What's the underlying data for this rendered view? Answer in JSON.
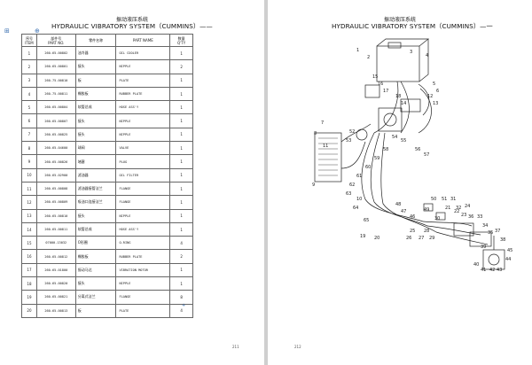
{
  "left": {
    "title_cn": "振动液压系统",
    "title_en": "HYDRAULIC VIBRATORY SYSTEM（CUMMINS）——",
    "headers": {
      "no_cn": "序号",
      "no_en": "ITEM",
      "pn_cn": "部件号",
      "pn_en": "PART NO.",
      "name_cn": "零件名称",
      "name_en": "PART NAME",
      "qty_cn": "数量",
      "qty_en": "Q'TY"
    },
    "rows": [
      {
        "no": "1",
        "pn": "260-65-00802",
        "cn": "油冷器",
        "name": "OIL COOLER",
        "qty": "1"
      },
      {
        "no": "2",
        "pn": "260-65-00801",
        "cn": "接头",
        "name": "NIPPLE",
        "qty": "2"
      },
      {
        "no": "3",
        "pn": "260-75-00810",
        "cn": "板",
        "name": "PLATE",
        "qty": "1"
      },
      {
        "no": "4",
        "pn": "260-75-00811",
        "cn": "橡胶板",
        "name": "RUBBER PLATE",
        "qty": "1"
      },
      {
        "no": "5",
        "pn": "260-65-00804",
        "cn": "软管总成",
        "name": "HOSE ASS'Y",
        "qty": "1"
      },
      {
        "no": "6",
        "pn": "260-65-00807",
        "cn": "接头",
        "name": "NIPPLE",
        "qty": "1"
      },
      {
        "no": "7",
        "pn": "260-65-00825",
        "cn": "接头",
        "name": "NIPPLE",
        "qty": "1"
      },
      {
        "no": "8",
        "pn": "260-65-04600",
        "cn": "球阀",
        "name": "VALVE",
        "qty": "1"
      },
      {
        "no": "9",
        "pn": "260-65-00826",
        "cn": "堵塞",
        "name": "PLUG",
        "qty": "1"
      },
      {
        "no": "10",
        "pn": "260-65-02900",
        "cn": "滤油器",
        "name": "OIL FILTER",
        "qty": "1"
      },
      {
        "no": "11",
        "pn": "260-65-00808",
        "cn": "滤油器接管法兰",
        "name": "FLANGE",
        "qty": "1"
      },
      {
        "no": "12",
        "pn": "260-65-00809",
        "cn": "吸油口连接法兰",
        "name": "FLANGE",
        "qty": "1"
      },
      {
        "no": "13",
        "pn": "260-65-00810",
        "cn": "接头",
        "name": "NIPPLE",
        "qty": "1"
      },
      {
        "no": "14",
        "pn": "260-65-00811",
        "cn": "软管总成",
        "name": "HOSE ASS'Y",
        "qty": "1"
      },
      {
        "no": "15",
        "pn": "07000-13032",
        "cn": "O形圈",
        "name": "O-RING",
        "qty": "4"
      },
      {
        "no": "16",
        "pn": "260-65-00812",
        "cn": "橡胶板",
        "name": "RUBBER PLATE",
        "qty": "2"
      },
      {
        "no": "17",
        "pn": "260-65-01800",
        "cn": "振动马达",
        "name": "VIBRATION MOTOR",
        "qty": "1"
      },
      {
        "no": "18",
        "pn": "260-65-00820",
        "cn": "接头",
        "name": "NIPPLE",
        "qty": "1"
      },
      {
        "no": "19",
        "pn": "260-65-00821",
        "cn": "分离式法兰",
        "name": "FLANGE",
        "qty": "8"
      },
      {
        "no": "20",
        "pn": "260-65-00813",
        "cn": "板",
        "name": "PLATE",
        "qty": "4"
      }
    ],
    "page_number": "211"
  },
  "right": {
    "title_cn": "振动液压系统",
    "title_en": "HYDRAULIC VIBRATORY SYSTEM（CUMMINS）—一",
    "page_number": "212",
    "callouts": [
      "15",
      "16",
      "17",
      "1",
      "2",
      "3",
      "4",
      "5",
      "6",
      "7",
      "8",
      "9",
      "10",
      "11",
      "12",
      "13",
      "14",
      "18",
      "19",
      "20",
      "21",
      "22",
      "23",
      "24",
      "25",
      "26",
      "27",
      "28",
      "29",
      "30",
      "31",
      "32",
      "33",
      "34",
      "35",
      "36",
      "37",
      "38",
      "39",
      "40",
      "41",
      "42",
      "43",
      "44",
      "45",
      "46",
      "47",
      "48",
      "49",
      "50",
      "51",
      "52",
      "53",
      "54",
      "55",
      "56",
      "57",
      "58",
      "59",
      "60",
      "61",
      "62",
      "63",
      "64",
      "65"
    ]
  }
}
